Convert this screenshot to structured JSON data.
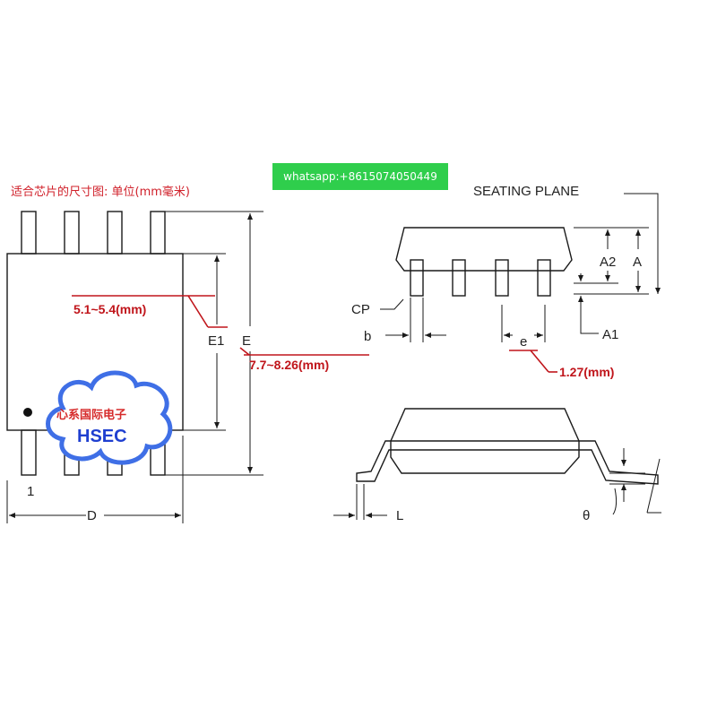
{
  "contact_banner": "whatsapp:+8615074050449",
  "header_note": "适合芯片的尺寸图: 单位(mm毫米)",
  "logo": {
    "line1": "心系国际电子",
    "line2": "HSEC"
  },
  "top_view": {
    "pin1_label": "1",
    "d_label": "D",
    "e1_label": "E1",
    "e_label": "E",
    "e1_range": "5.1~5.4(mm)",
    "e_range": "7.7~8.26(mm)"
  },
  "side_view": {
    "seating_plane": "SEATING PLANE",
    "a2_label": "A2",
    "a_label": "A",
    "a1_label": "A1",
    "cp_label": "CP",
    "b_label": "b",
    "e_label": "e",
    "pitch": "1.27(mm)"
  },
  "end_view": {
    "l_label": "L",
    "theta_label": "θ"
  },
  "colors": {
    "annotation": "#c0151b",
    "banner": "#2fce4c",
    "logo_text": "#1f3fd0"
  }
}
